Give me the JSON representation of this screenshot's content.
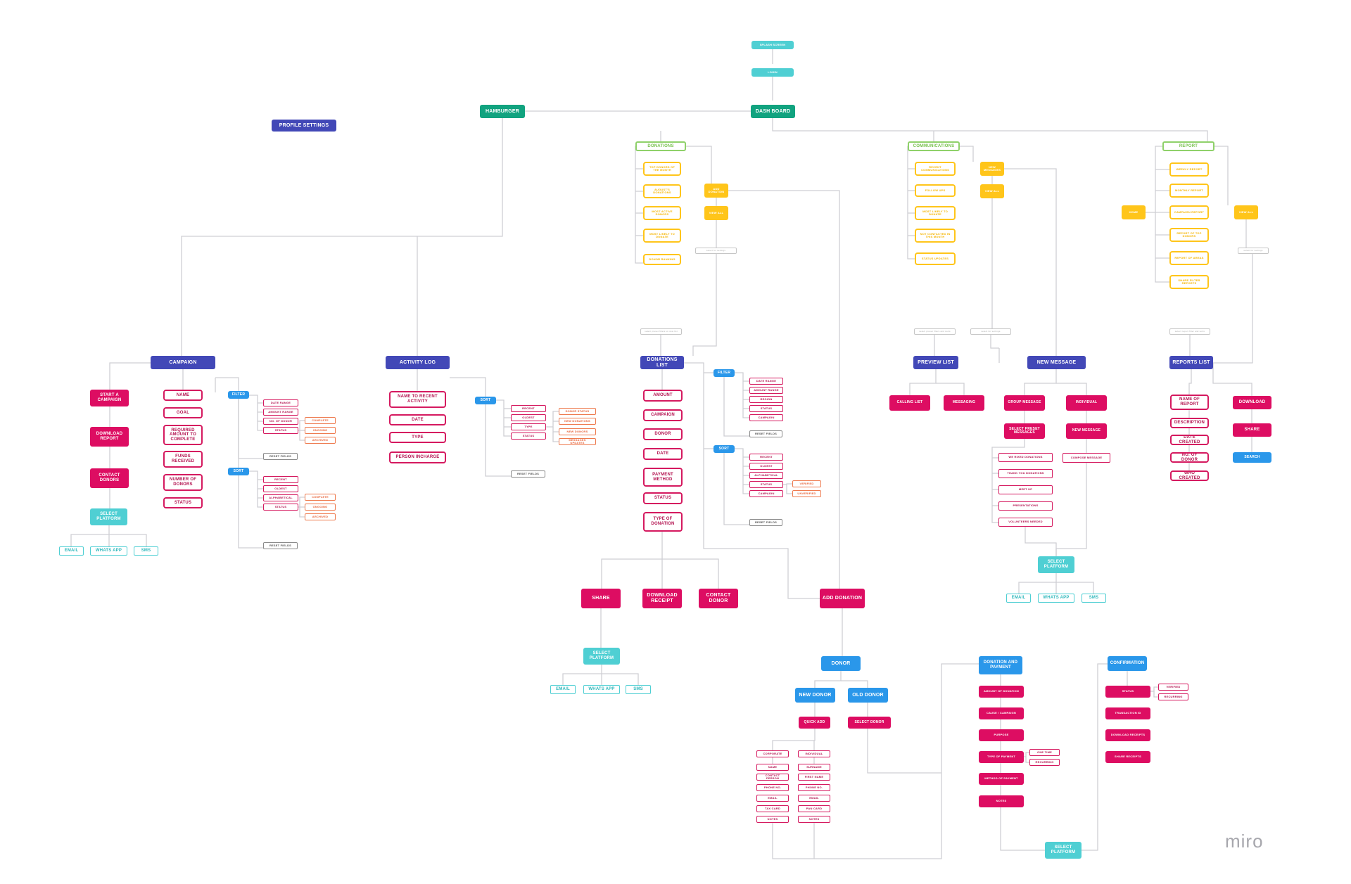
{
  "brand": {
    "watermark": "miro"
  },
  "colors": {
    "line": "#cfcfd4",
    "green": "#11a37f",
    "indigo": "#4248b7",
    "cyan": "#4fcfd3",
    "blue": "#2a97ea",
    "magenta": "#dd0d62",
    "yellow": "#ffc51a"
  },
  "nodes": {
    "splash": "SPLASH SCREEN",
    "login": "LOGIN",
    "dashboard": "DASH BOARD",
    "hamburger": "HAMBURGER",
    "profile_settings": "PROFILE SETTINGS",
    "donations": "DONATIONS",
    "don_top": "TOP DONORS OF THE MONTH",
    "don_august": "AUGUST'S DONATIONS",
    "don_active": "MOST ACTIVE DONORS",
    "don_likely": "MOST LIKELY TO DONATE",
    "don_ranking": "DONOR RANKING",
    "don_add": "ADD DONATION",
    "don_viewall": "VIEW ALL",
    "don_sel1": "select for settings",
    "don_sel2": "select preset filters to view list",
    "communications": "COMMUNICATIONS",
    "com_recent": "RECENT COMMUNICATIONS",
    "com_follow": "FOLLOW UPS",
    "com_likely": "MOST LIKELY TO DONATE",
    "com_notcontacted": "NOT CONTACTED IN THIS MONTH",
    "com_status": "STATUS UPDATES",
    "com_newmsg": "NEW MESSAGES",
    "com_viewall": "VIEW ALL",
    "com_sel1": "select preset filters and sorts",
    "com_sel2": "select for settings",
    "report": "REPORT",
    "rep_weekly": "WEEKLY REPORT",
    "rep_monthly": "MONTHLY REPORT",
    "rep_campaign": "CAMPAIGN REPORT",
    "rep_donors": "REPORT OF TOP DONORS",
    "rep_areas": "REPORT OF AREAS",
    "rep_share": "SHARE FILTER REPORTS",
    "rep_home": "HOME",
    "rep_viewall": "VIEW ALL",
    "rep_sel1": "select for settings",
    "rep_sel2": "select report filter and sorts",
    "campaign": "CAMPAIGN",
    "start_campaign": "START A CAMPAIGN",
    "download_report": "DOWNLOAD REPORT",
    "contact_donors": "CONTACT DONORS",
    "select_platform_1": "SELECT PLATFORM",
    "email_1": "EMAIL",
    "whatsapp_1": "WHATS APP",
    "sms_1": "SMS",
    "cmp_name": "NAME",
    "cmp_goal": "GOAL",
    "cmp_required": "REQUIRED AMOUNT TO COMPLETE",
    "cmp_funds": "FUNDS RECEIVED",
    "cmp_number": "NUMBER OF DONORS",
    "cmp_status": "STATUS",
    "cmp_filter": "FILTER",
    "cf_date": "DATE RANGE",
    "cf_amount": "AMOUNT RANGE",
    "cf_nodonor": "NO. OF DONOR",
    "cf_status": "STATUS",
    "cf_complete": "COMPLETE",
    "cf_ongoing": "ONGOING",
    "cf_archived": "ARCHIVED",
    "cf_reset": "RESET FIELDS",
    "cmp_sort": "SORT",
    "cs_recent": "RECENT",
    "cs_oldest": "OLDEST",
    "cs_alpha": "ALPHABETICAL",
    "cs_status": "STATUS",
    "cs_complete": "COMPLETE",
    "cs_ongoing": "ONGOING",
    "cs_archived": "ARCHIVED",
    "cs_reset": "RESET FIELDS",
    "activity_log": "ACTIVITY LOG",
    "act_name": "NAME TO RECENT ACTIVITY",
    "act_date": "DATE",
    "act_type": "TYPE",
    "act_person": "PERSON INCHARGE",
    "act_sort": "SORT",
    "as_recent": "RECENT",
    "as_oldest": "OLDEST",
    "as_type": "TYPE",
    "as_status": "STATUS",
    "at_donor": "DONOR STATUS",
    "at_newdon": "NEW DONATIONS",
    "at_newdonors": "NEW DONORS",
    "at_msg": "MESSAGES UPDATES",
    "as_reset": "RESET FIELDS",
    "donations_list": "DONATIONS LIST",
    "dl_amount": "AMOUNT",
    "dl_campaign": "CAMPAIGN",
    "dl_donor": "DONOR",
    "dl_date": "DATE",
    "dl_payment": "PAYMENT METHOD",
    "dl_status": "STATUS",
    "dl_type": "TYPE OF DONATION",
    "dl_filter": "FILTER",
    "df_date": "DATE RANGE",
    "df_amount": "AMOUNT RANGE",
    "df_region": "REGION",
    "df_status": "STATUS",
    "df_campaign": "CAMPAIGN",
    "df_reset": "RESET FIELDS",
    "dl_sort": "SORT",
    "ds_recent": "RECENT",
    "ds_oldest": "OLDEST",
    "ds_alpha": "ALPHABETICAL",
    "ds_status": "STATUS",
    "ds_campaign": "CAMPAIGN",
    "ds_verified": "VERIFIED",
    "ds_unverified": "UNVERIFIED",
    "ds_reset": "RESET FIELDS",
    "share": "SHARE",
    "download_receipt": "DOWNLOAD RECEIPT",
    "contact_donor": "CONTACT DONOR",
    "add_donation": "ADD DONATION",
    "select_platform_2": "SELECT PLATFORM",
    "email_2": "EMAIL",
    "whatsapp_2": "WHATS APP",
    "sms_2": "SMS",
    "donor": "DONOR",
    "new_donor": "NEW DONOR",
    "old_donor": "OLD DONOR",
    "quick_add": "QUICK ADD",
    "select_donor": "SELECT DONOR",
    "corporate": "CORPORATE",
    "individual": "INDIVIDUAL",
    "c_name": "NAME",
    "c_contact": "CONTACT PERSON",
    "c_phone": "PHONE NO.",
    "c_email": "EMAIL",
    "c_tax": "TAX CARD",
    "c_notes": "NOTES",
    "i_surname": "SURNAME",
    "i_first": "FIRST NAME",
    "i_phone": "PHONE NO.",
    "i_email": "EMAIL",
    "i_pan": "PAN CARD",
    "i_notes": "NOTES",
    "donation_payment": "DONATION AND PAYMENT",
    "dp_amount": "AMOUNT OF DONATION",
    "dp_cause": "CAUSE / CAMPAIGN",
    "dp_purpose": "PURPOSE",
    "dp_type": "TYPE OF PAYMENT",
    "dp_onetime": "ONE TIME",
    "dp_recurring": "RECURRING",
    "dp_method": "METHOD OF PAYMENT",
    "dp_notes": "NOTES",
    "select_platform_4": "SELECT PLATFORM",
    "confirmation": "CONFIRMATION",
    "cf2_status": "STATUS",
    "cf2_verified": "VERIFIED",
    "cf2_recurring": "RECURRING",
    "cf2_txn": "TRANSACTION ID",
    "cf2_download": "DOWNLOAD RECEIPTS",
    "cf2_share": "SHARE RECEIPTS",
    "preview_list": "PREVIEW LIST",
    "calling_list": "CALLING LIST",
    "messaging": "MESSAGING",
    "new_message": "NEW MESSAGE",
    "group_message": "GROUP MESSAGE",
    "individual_msg": "INDIVIDUAL",
    "select_preset": "SELECT PRESET MESSAGES",
    "nm_new": "NEW MESSAGE",
    "compose": "COMPOSE MESSAGE",
    "pm_received": "WE RIXED DONATIONS",
    "pm_thank": "THANK YOU DONATIONS",
    "pm_meet": "MEET UP",
    "pm_present": "PRESENTATIONS",
    "pm_volunteer": "VOLUNTEERS NEEDED",
    "select_platform_3": "SELECT PLATFORM",
    "email_3": "EMAIL",
    "whatsapp_3": "WHATS APP",
    "sms_3": "SMS",
    "reports_list": "REPORTS LIST",
    "rl_name": "NAME OF REPORT",
    "rl_desc": "DESCRIPTION",
    "rl_date": "DATE CREATED",
    "rl_nodonor": "NO. OF DONOR",
    "rl_who": "WHO CREATED",
    "rl_download": "DOWNLOAD",
    "rl_share": "SHARE",
    "rl_search": "SEARCH"
  }
}
